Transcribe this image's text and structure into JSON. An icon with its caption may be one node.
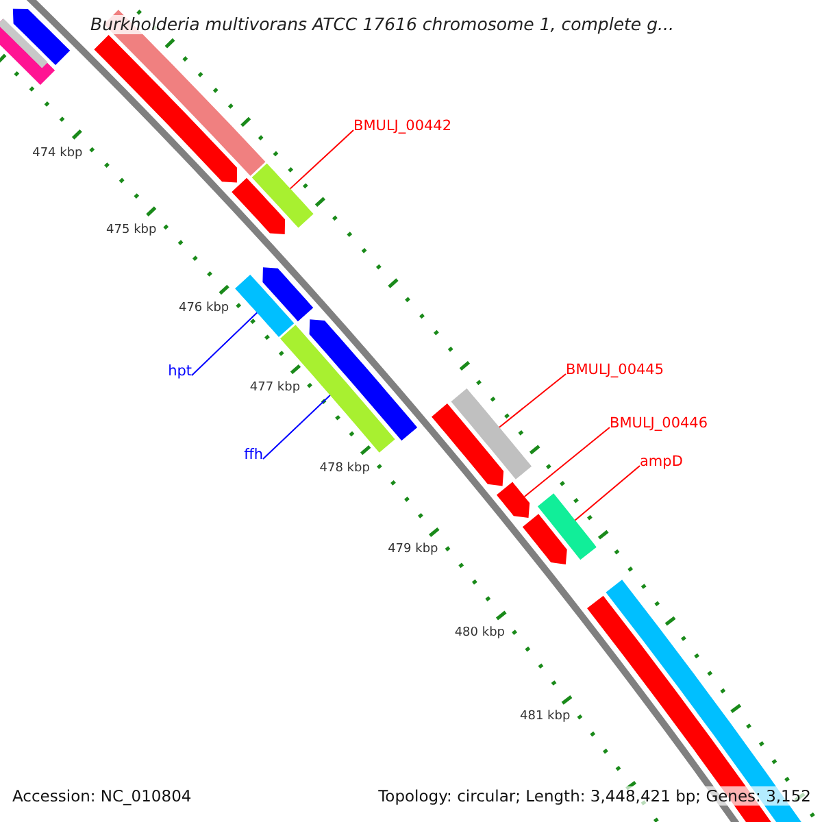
{
  "diagram": {
    "title": "Burkholderia multivorans ATCC 17616 chromosome 1, complete g...",
    "nodes": [
      {
        "text": [
          "BMULJ_00442"
        ]
      },
      {
        "text": [],
        "shape": "bar"
      },
      {
        "text": [
          "hpt"
        ]
      },
      {
        "text": [],
        "shape": "bar"
      },
      {
        "text": [
          "ffh"
        ]
      },
      {
        "text": [],
        "shape": "bar"
      },
      {
        "text": [
          "BMULJ_00445"
        ]
      },
      {
        "text": [],
        "shape": "bar"
      },
      {
        "text": [
          "BMULJ_00446"
        ]
      },
      {
        "text": [],
        "shape": "bar"
      },
      {
        "text": [
          "ampD"
        ]
      },
      {
        "text": [],
        "shape": "bar"
      }
    ],
    "edges": [
      {
        "from": 0,
        "to": 1,
        "arrow": "none"
      },
      {
        "from": 2,
        "to": 3,
        "arrow": "none",
        "color": "#0000ff"
      },
      {
        "from": 4,
        "to": 5,
        "arrow": "none",
        "color": "#0000ff"
      },
      {
        "from": 6,
        "to": 7,
        "arrow": "none"
      },
      {
        "from": 8,
        "to": 9,
        "arrow": "none"
      },
      {
        "from": 10,
        "to": 11,
        "arrow": "none"
      }
    ],
    "labels": [
      "474 kbp",
      "475 kbp",
      "476 kbp",
      "477 kbp",
      "478 kbp",
      "479 kbp",
      "480 kbp",
      "481 kbp",
      "Accession: NC_010804",
      "Topology: circular; Length: 3,448,421 bp; Genes: 3,152"
    ]
  }
}
